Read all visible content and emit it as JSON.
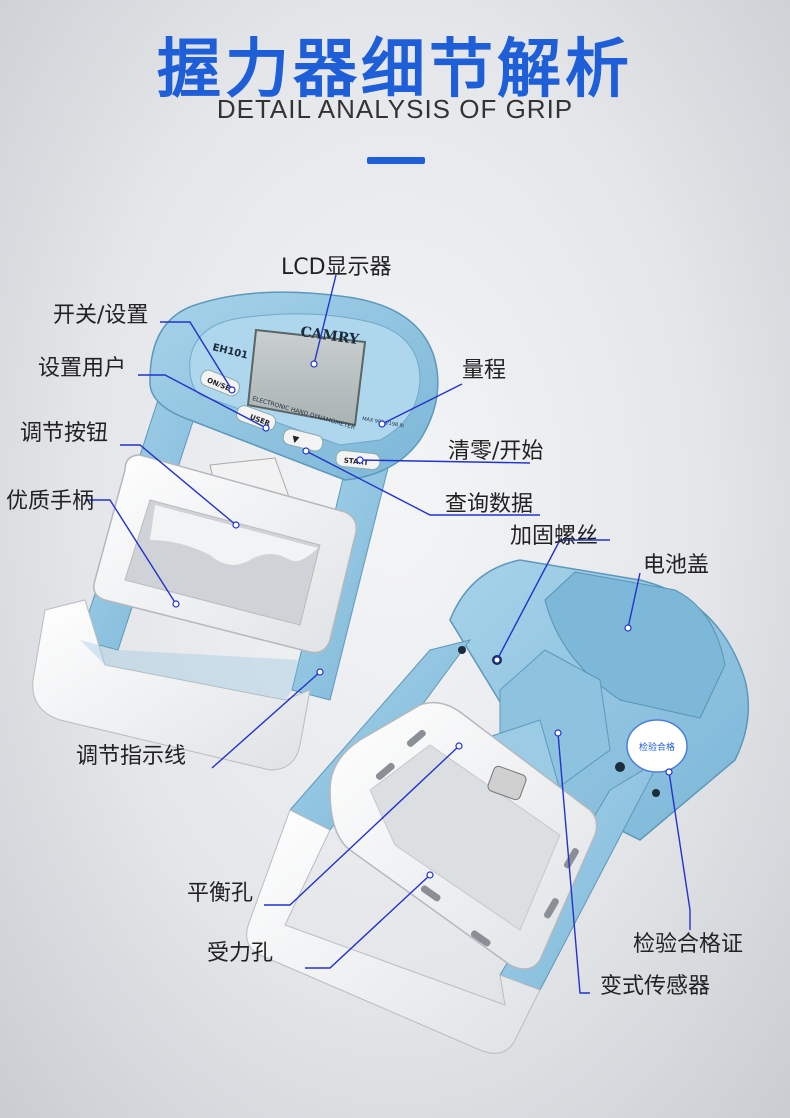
{
  "header": {
    "title": "握力器细节解析",
    "subtitle": "DETAIL ANALYSIS OF GRIP"
  },
  "device": {
    "brand": "CAMRY",
    "model": "EH101",
    "panel_text": "ELECTRONIC HAND DYNAMOMETER",
    "buttons": {
      "onoff": "ON/SET",
      "user": "USER",
      "query": "▼",
      "start": "START"
    },
    "max_text": "MAX 90kg/198 lb"
  },
  "callouts": {
    "lcd": "LCD显示器",
    "power_set": "开关/设置",
    "set_user": "设置用户",
    "range": "量程",
    "adjust_knob": "调节按钮",
    "zero_start": "清零/开始",
    "handle": "优质手柄",
    "query_data": "查询数据",
    "screw": "加固螺丝",
    "battery_cover": "电池盖",
    "adjust_line": "调节指示线",
    "balance_hole": "平衡孔",
    "force_hole": "受力孔",
    "inspection_cert": "检验合格证",
    "sensor": "变式传感器"
  },
  "sticker": {
    "text": "检验合格"
  },
  "colors": {
    "accent": "#1e5fd8",
    "device_blue": "#8fc3df",
    "device_blue_dark": "#6aa9cc",
    "device_white": "#f7f7f7",
    "leader_line": "#2233cc"
  }
}
